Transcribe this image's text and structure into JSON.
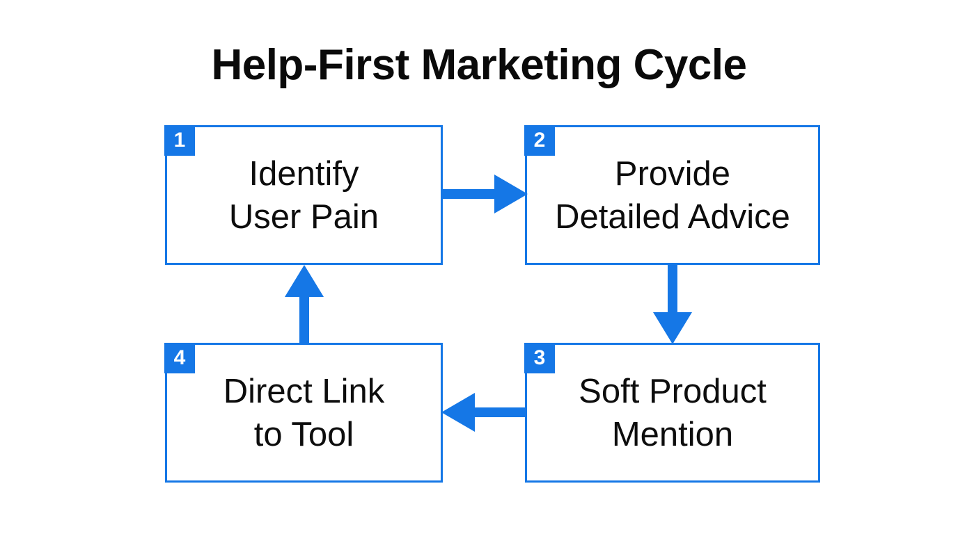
{
  "title": "Help-First Marketing Cycle",
  "colors": {
    "accent": "#1577e6",
    "text": "#0d0d0d",
    "title": "#0a0a0a",
    "background": "#ffffff",
    "badge_text": "#ffffff"
  },
  "nodes": [
    {
      "step": "1",
      "label": "Identify\nUser Pain"
    },
    {
      "step": "2",
      "label": "Provide\nDetailed Advice"
    },
    {
      "step": "3",
      "label": "Soft Product\nMention"
    },
    {
      "step": "4",
      "label": "Direct Link\nto Tool"
    }
  ],
  "arrows": [
    {
      "from": "1",
      "to": "2",
      "direction": "right"
    },
    {
      "from": "2",
      "to": "3",
      "direction": "down"
    },
    {
      "from": "3",
      "to": "4",
      "direction": "left"
    },
    {
      "from": "4",
      "to": "1",
      "direction": "up"
    }
  ],
  "chart_data": {
    "type": "diagram",
    "layout": "2x2-cycle",
    "title": "Help-First Marketing Cycle",
    "nodes": [
      "Identify User Pain",
      "Provide Detailed Advice",
      "Soft Product Mention",
      "Direct Link to Tool"
    ],
    "edges": [
      [
        "Identify User Pain",
        "Provide Detailed Advice"
      ],
      [
        "Provide Detailed Advice",
        "Soft Product Mention"
      ],
      [
        "Soft Product Mention",
        "Direct Link to Tool"
      ],
      [
        "Direct Link to Tool",
        "Identify User Pain"
      ]
    ]
  }
}
